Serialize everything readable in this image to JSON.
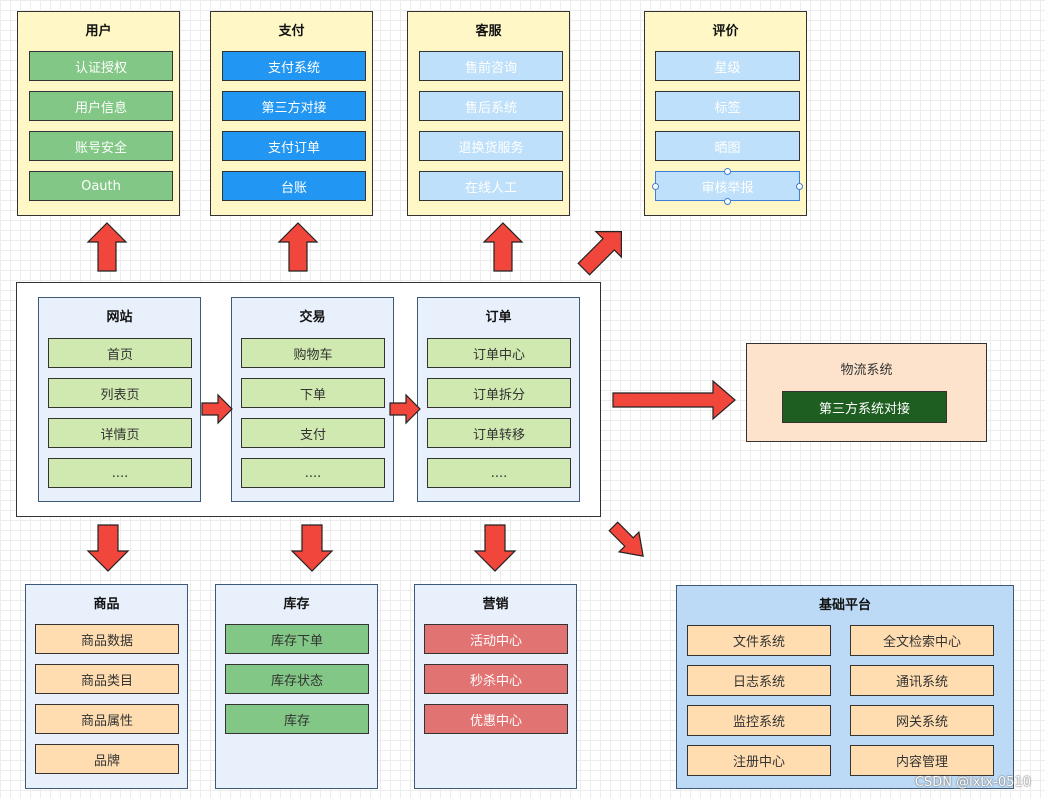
{
  "groups": {
    "user": {
      "title": "用户",
      "items": [
        "认证授权",
        "用户信息",
        "账号安全",
        "Oauth"
      ]
    },
    "pay": {
      "title": "支付",
      "items": [
        "支付系统",
        "第三方对接",
        "支付订单",
        "台账"
      ]
    },
    "service": {
      "title": "客服",
      "items": [
        "售前咨询",
        "售后系统",
        "退换货服务",
        "在线人工"
      ]
    },
    "review": {
      "title": "评价",
      "items": [
        "星级",
        "标签",
        "晒图",
        "审核举报"
      ]
    },
    "website": {
      "title": "网站",
      "items": [
        "首页",
        "列表页",
        "详情页",
        "...."
      ]
    },
    "trade": {
      "title": "交易",
      "items": [
        "购物车",
        "下单",
        "支付",
        "...."
      ]
    },
    "order": {
      "title": "订单",
      "items": [
        "订单中心",
        "订单拆分",
        "订单转移",
        "...."
      ]
    },
    "logistics": {
      "title": "物流系统",
      "items": [
        "第三方系统对接"
      ]
    },
    "goods": {
      "title": "商品",
      "items": [
        "商品数据",
        "商品类目",
        "商品属性",
        "品牌"
      ]
    },
    "stock": {
      "title": "库存",
      "items": [
        "库存下单",
        "库存状态",
        "库存"
      ]
    },
    "marketing": {
      "title": "营销",
      "items": [
        "活动中心",
        "秒杀中心",
        "优惠中心"
      ]
    },
    "base": {
      "title": "基础平台",
      "items": [
        "文件系统",
        "全文检索中心",
        "日志系统",
        "通讯系统",
        "监控系统",
        "网关系统",
        "注册中心",
        "内容管理"
      ]
    }
  },
  "watermark": "CSDN @lxtx-0510",
  "colors": {
    "arrow": "#f0463c",
    "group_yellow": "#fff8c6",
    "group_blue": "#e8f1fb",
    "item_green": "#82c785",
    "item_blue": "#2196f3",
    "item_light_blue": "#bee0fa",
    "item_pale_green": "#cfe9b0",
    "item_peach": "#ffddb0",
    "item_red": "#e27373",
    "item_dark_green": "#1e5e20"
  }
}
